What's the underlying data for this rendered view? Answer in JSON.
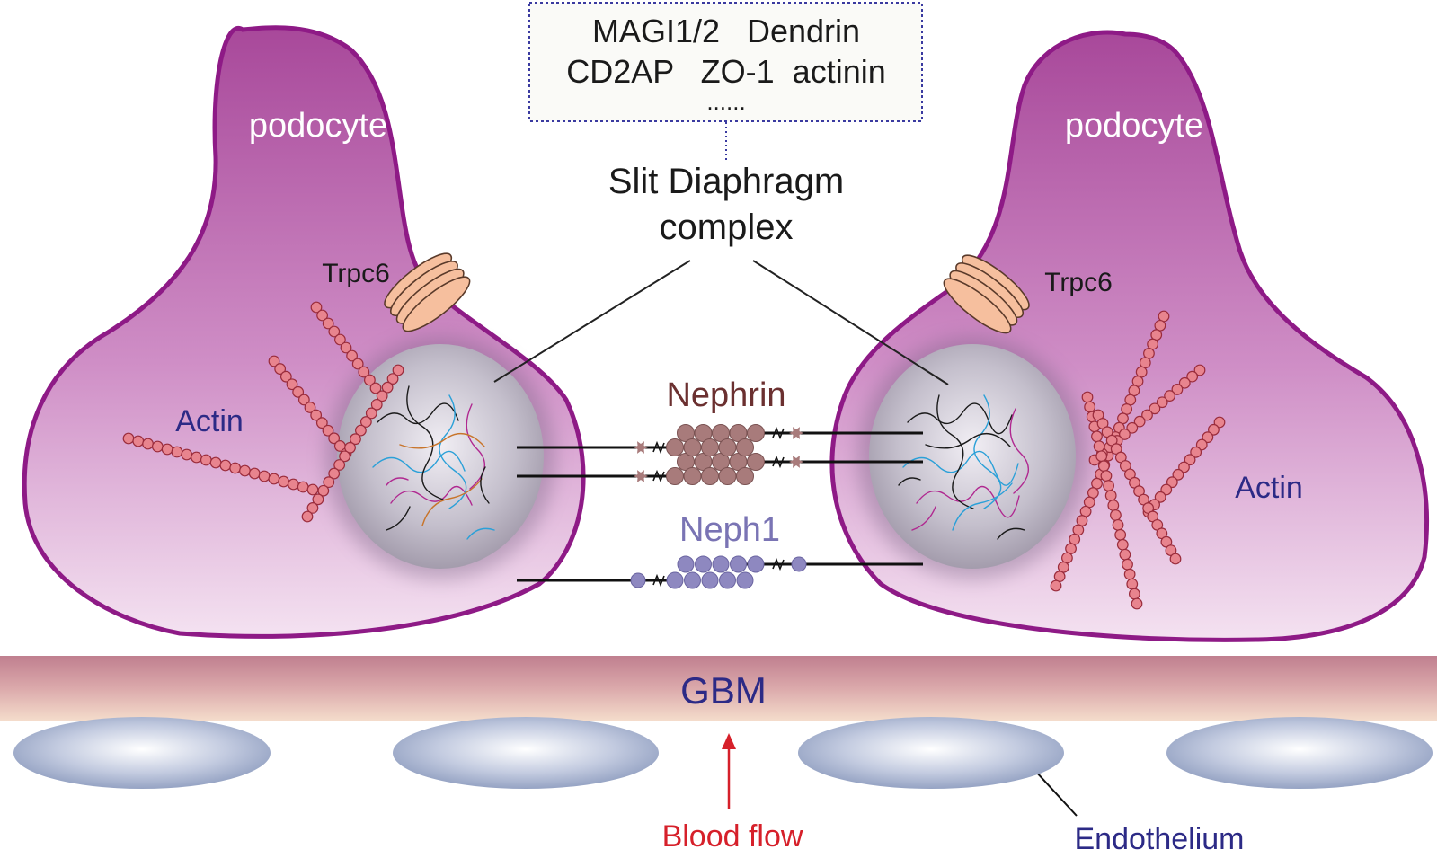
{
  "labels": {
    "podocyte_left": "podocyte",
    "podocyte_right": "podocyte",
    "trpc6_left": "Trpc6",
    "trpc6_right": "Trpc6",
    "actin_left": "Actin",
    "actin_right": "Actin",
    "nephrin": "Nephrin",
    "neph1": "Neph1",
    "slit_line1": "Slit Diaphragm",
    "slit_line2": "complex",
    "gbm": "GBM",
    "blood_flow": "Blood flow",
    "endothelium": "Endothelium"
  },
  "box": {
    "line1": "MAGI1/2   Dendrin",
    "line2": "CD2AP   ZO-1  actinin",
    "line3": "......"
  },
  "colors": {
    "podocyte_top": "#a8489a",
    "podocyte_bottom": "#f2dcef",
    "podocyte_outline": "#8e1a86",
    "white_text": "#ffffff",
    "actin_bead": "#e8848e",
    "trpc6": "#f6bf9e",
    "nephrin": "#a87b7b",
    "nephrin_label": "#6b3030",
    "neph1": "#8e88c0",
    "neph1_label": "#7a74b4",
    "navy_label": "#2c2a86",
    "gbm_top": "#c28592",
    "gbm_bottom": "#f2d4c4",
    "endothelium": "#8f9ec0",
    "blood_flow": "#d6202a",
    "box_border": "#3a3aa0"
  }
}
